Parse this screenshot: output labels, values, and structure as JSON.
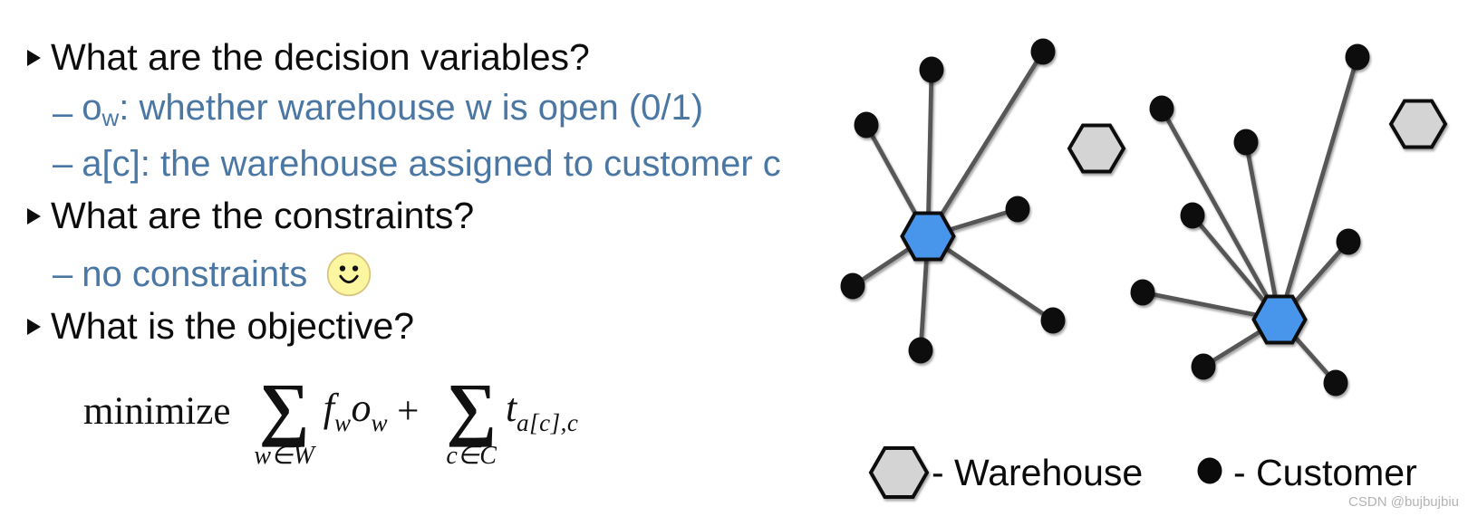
{
  "content": {
    "headings": [
      {
        "text": "What are the decision variables?"
      },
      {
        "text": "What are the constraints?"
      },
      {
        "text": "What is the objective?"
      }
    ],
    "subitems": {
      "ow": {
        "dash": "–",
        "var_base": "o",
        "var_sub": "w",
        "rest": ": whether warehouse w is open (0/1)"
      },
      "ac": {
        "dash": "–",
        "text": "a[c]: the warehouse assigned to customer c"
      },
      "none": {
        "dash": "–",
        "text": "no constraints"
      }
    },
    "colors": {
      "heading": "#0d0d0d",
      "sub_blue": "#4a77a3"
    }
  },
  "formula": {
    "minimize": "minimize",
    "sigma": "∑",
    "sum1_under": "w∈W",
    "sum2_under": "c∈C",
    "f": "f",
    "f_sub": "w",
    "o": "o",
    "o_sub": "w",
    "plus": "+",
    "t": "t",
    "t_sub": "a[c],c"
  },
  "diagram": {
    "edge_color": "#565656",
    "edge_width": 4.8,
    "outline": "#111111",
    "customer_fill": "#0a0a0a",
    "customer_rx": 13.5,
    "customer_ry": 14.5,
    "open_warehouse_fill": "#4796ec",
    "closed_warehouse_fill": "#d4d4d4",
    "open_hex_w": 57,
    "open_hex_h": 51,
    "closed_hex_w": 60,
    "closed_hex_h": 51,
    "clusters": [
      {
        "warehouse": [
          1024,
          261
        ],
        "customers": [
          [
            1028,
            77
          ],
          [
            1151,
            57
          ],
          [
            956,
            138
          ],
          [
            1123,
            231
          ],
          [
            941,
            316
          ],
          [
            1162,
            354
          ],
          [
            1016,
            387
          ]
        ]
      },
      {
        "warehouse": [
          1412,
          353
        ],
        "customers": [
          [
            1498,
            63
          ],
          [
            1282,
            120
          ],
          [
            1375,
            157
          ],
          [
            1316,
            238
          ],
          [
            1488,
            267
          ],
          [
            1261,
            323
          ],
          [
            1328,
            405
          ],
          [
            1474,
            423
          ]
        ]
      }
    ],
    "unused_warehouses": [
      [
        1210,
        164
      ],
      [
        1565,
        137
      ]
    ],
    "legend": {
      "hex": [
        992,
        522
      ],
      "hex_w": 62,
      "hex_h": 54,
      "dot": [
        1335,
        520
      ],
      "dot_r": 13.5
    }
  },
  "legend": {
    "warehouse_label": "- Warehouse",
    "customer_label": "- Customer"
  },
  "watermark": "CSDN @bujbujbiu"
}
